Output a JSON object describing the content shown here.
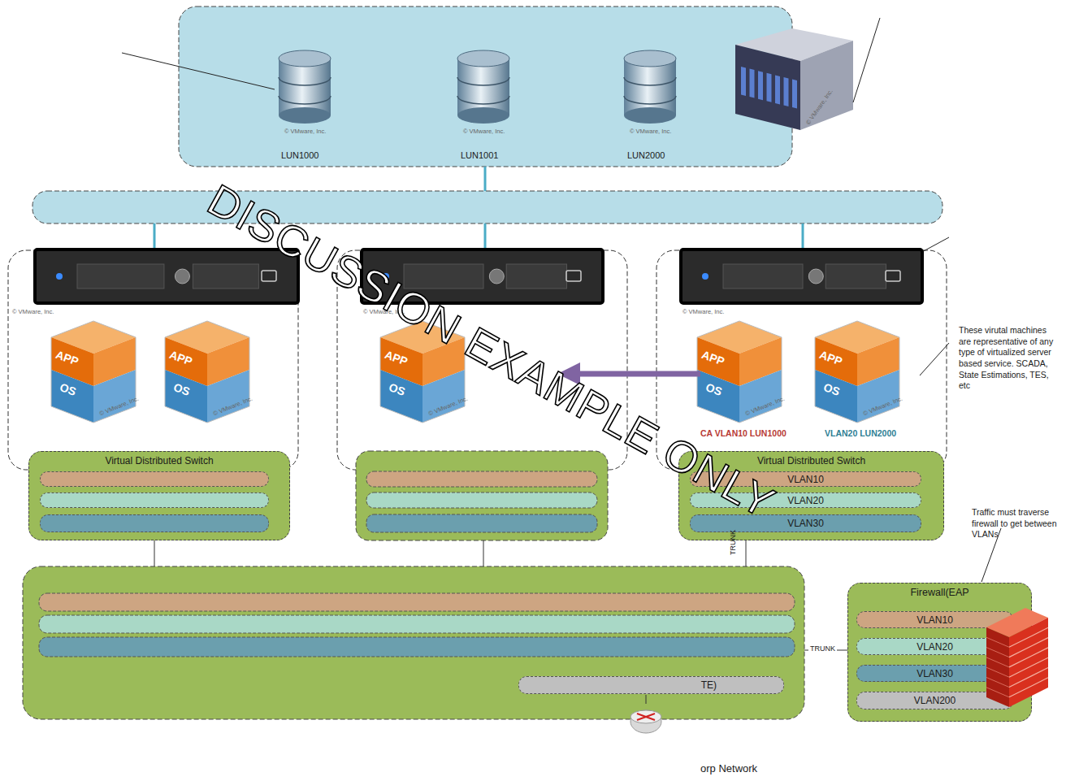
{
  "diagram": {
    "nodes": [
      {
        "text": [
          "Virtual Distributed Switch"
        ]
      },
      {
        "text": [
          "Virtual Distributed Switch"
        ]
      },
      {
        "text": [
          "VLAN10"
        ],
        "in": 1
      },
      {
        "text": [
          "VLAN20"
        ],
        "in": 1
      },
      {
        "text": [
          "VLAN30"
        ],
        "in": 1
      },
      {
        "text": [
          "Firewall(EAP"
        ]
      },
      {
        "text": [
          "VLAN10"
        ],
        "in": 5
      },
      {
        "text": [
          "VLAN20"
        ],
        "in": 5
      },
      {
        "text": [
          "VLAN30"
        ],
        "in": 5
      },
      {
        "text": [
          "VLAN200"
        ],
        "in": 5
      },
      {
        "text": [
          "TE)"
        ]
      }
    ],
    "labels": [
      "LUN1000",
      "LUN1001",
      "LUN2000",
      "© VMware, Inc.",
      "© VMware, Inc.",
      "© VMware, Inc.",
      "© VMware, Inc.",
      "© VMware, Inc.",
      "© VMware, Inc.",
      "© VMware, Inc.",
      "APP",
      "OS",
      "© VMware, Inc.",
      "APP",
      "OS",
      "© VMware, Inc.",
      "APP",
      "OS",
      "© VMware, Inc.",
      "APP",
      "OS",
      "© VMware, Inc.",
      "APP",
      "OS",
      "© VMware, Inc.",
      "These virutal machines are representative of any type of virtualized server based service. SCADA, State Estimations, TES, etc",
      "CA VLAN10 LUN1000",
      "VLAN20 LUN2000",
      "TRUNK",
      "TRUNK",
      "Traffic must traverse firewall to get between VLANs",
      "orp Network",
      "DISCUSSION EXAMPLE ONLY"
    ]
  }
}
